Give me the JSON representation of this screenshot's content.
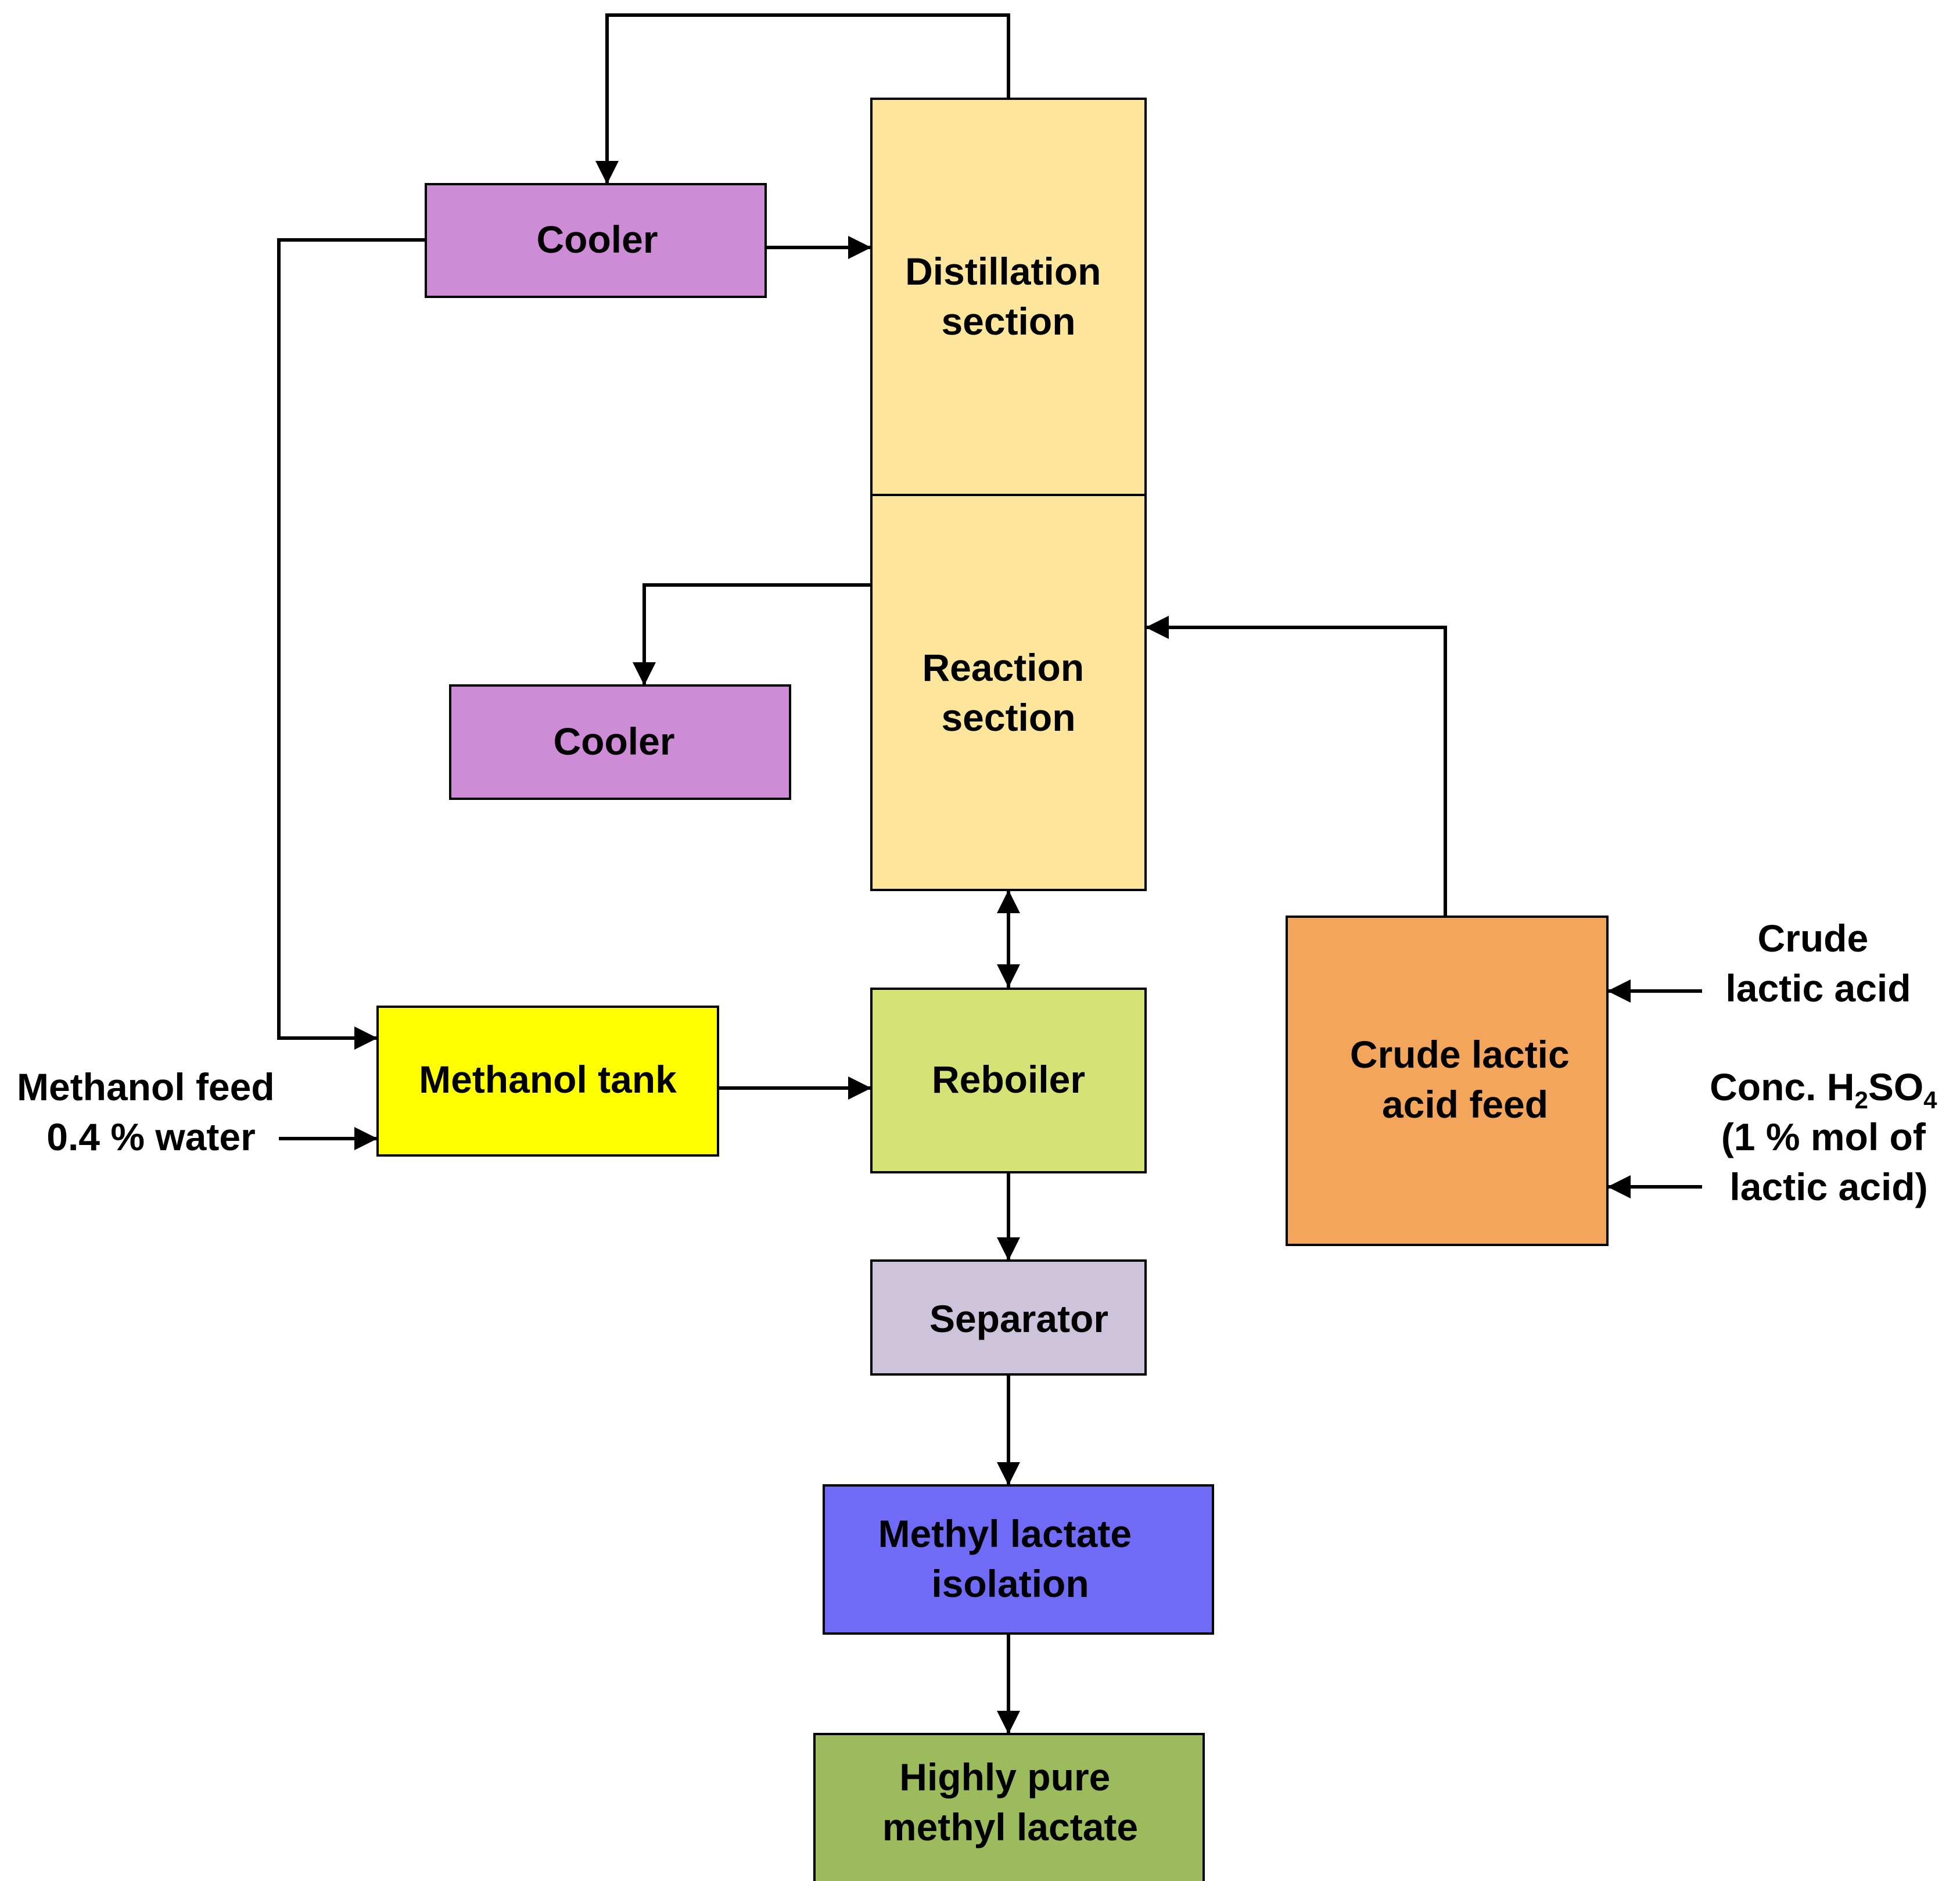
{
  "colors": {
    "cooler": "#ce8bd6",
    "column": "#fde59b",
    "methanol_tank": "#ffff00",
    "reboiler": "#d5e276",
    "separator": "#cdc4dc",
    "crude_feed": "#f4a55c",
    "isolation": "#6f6bf6",
    "product": "#9bbb5c",
    "line": "#000000"
  },
  "nodes": {
    "cooler_top": {
      "line1": "Cooler",
      "line2": ""
    },
    "distillation": {
      "line1": "Distillation",
      "line2": "section"
    },
    "reaction": {
      "line1": "Reaction",
      "line2": "section"
    },
    "cooler_mid": {
      "line1": "Cooler",
      "line2": ""
    },
    "methanol_tank": {
      "line1": "Methanol tank",
      "line2": ""
    },
    "reboiler": {
      "line1": "Reboiler",
      "line2": ""
    },
    "separator": {
      "line1": "Separator",
      "line2": ""
    },
    "isolation": {
      "line1": "Methyl lactate",
      "line2": "isolation"
    },
    "product": {
      "line1": "Highly pure",
      "line2": "methyl lactate"
    },
    "crude_feed": {
      "line1": "Crude lactic",
      "line2": "acid feed"
    }
  },
  "labels": {
    "methanol_feed": {
      "line1": "Methanol feed",
      "line2": "0.4 % water"
    },
    "crude_lactic": {
      "line1": "Crude",
      "line2": "lactic acid"
    },
    "h2so4": {
      "prefix": "Conc. H",
      "sub1": "2",
      "mid": "SO",
      "sub2": "4",
      "line2": "(1 % mol of",
      "line3": "lactic acid)"
    }
  }
}
